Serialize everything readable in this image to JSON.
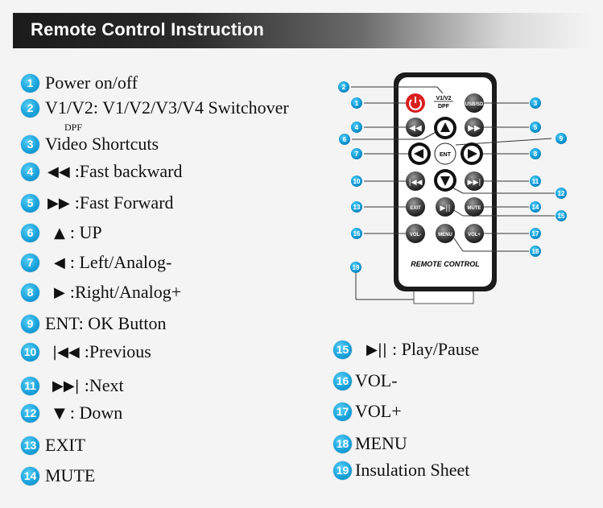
{
  "header": {
    "title": "Remote Control Instruction"
  },
  "items_left": [
    {
      "n": "1",
      "text": "Power on/off"
    },
    {
      "n": "2",
      "text": "V1/V2: V1/V2/V3/V4 Switchover",
      "sub": "DPF"
    },
    {
      "n": "3",
      "text": "Video Shortcuts"
    },
    {
      "n": "4",
      "symbol": "◀◀",
      "text": ":Fast backward"
    },
    {
      "n": "5",
      "symbol": "▶▶",
      "text": ":Fast Forward"
    },
    {
      "n": "6",
      "symbol": "▲",
      "text": ": UP"
    },
    {
      "n": "7",
      "symbol": "◀",
      "text": ": Left/Analog-"
    },
    {
      "n": "8",
      "symbol": "▶",
      "text": ":Right/Analog+"
    },
    {
      "n": "9",
      "text": "ENT: OK Button"
    },
    {
      "n": "10",
      "symbol": "|◀◀",
      "text": ":Previous"
    },
    {
      "n": "11",
      "symbol": "▶▶|",
      "text": ":Next"
    },
    {
      "n": "12",
      "symbol": "▼",
      "text": ":  Down"
    },
    {
      "n": "13",
      "text": "EXIT"
    },
    {
      "n": "14",
      "text": "MUTE"
    }
  ],
  "items_right": [
    {
      "n": "15",
      "symbol": "▶||",
      "text": ": Play/Pause"
    },
    {
      "n": "16",
      "text": "VOL-"
    },
    {
      "n": "17",
      "text": "VOL+"
    },
    {
      "n": "18",
      "text": "MENU"
    },
    {
      "n": "19",
      "text": "Insulation Sheet"
    }
  ],
  "remote": {
    "label": "REMOTE CONTROL",
    "buttons": {
      "v1v2": "V1/V2",
      "dpf": "DPF",
      "usbsd": "USB/SD",
      "ent": "ENT",
      "exit": "EXIT",
      "mute": "MUTE",
      "vol_minus": "VOL-",
      "vol_plus": "VOL+",
      "menu": "MENU"
    },
    "callouts": [
      "1",
      "2",
      "3",
      "4",
      "5",
      "6",
      "7",
      "8",
      "9",
      "10",
      "11",
      "12",
      "13",
      "14",
      "15",
      "16",
      "17",
      "18",
      "19"
    ]
  },
  "colors": {
    "badge": "#1aa3dc",
    "power": "#d9201f",
    "remote_body": "#1b1b1b"
  }
}
